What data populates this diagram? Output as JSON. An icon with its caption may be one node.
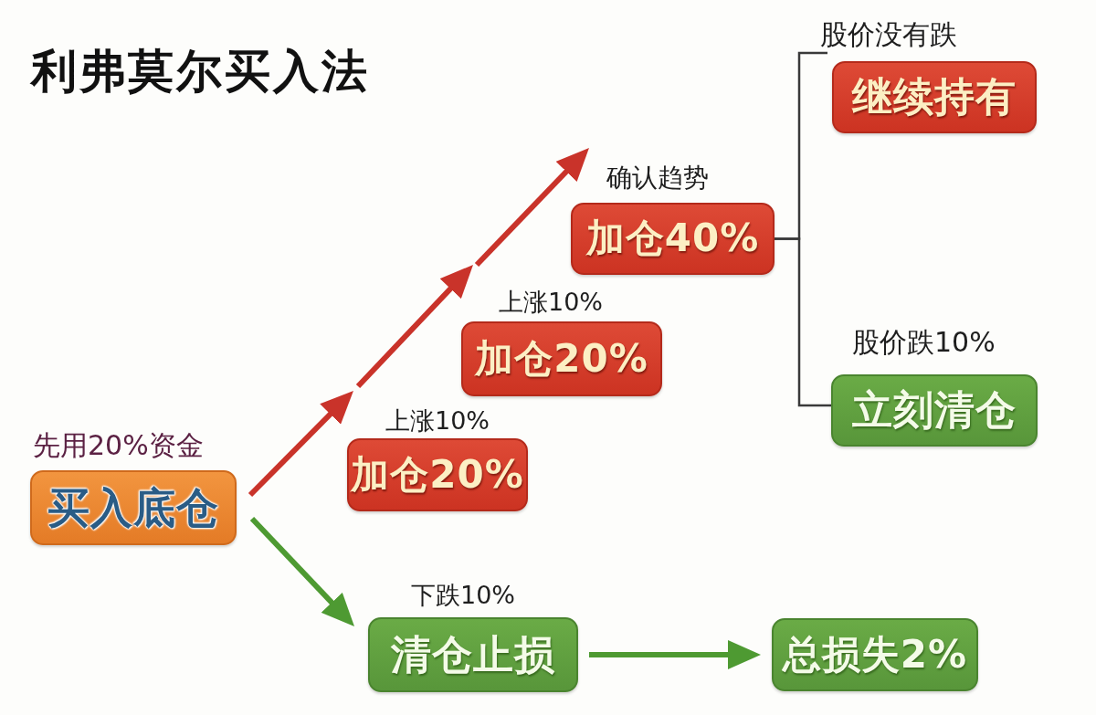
{
  "diagram": {
    "title": "利弗莫尔买入法",
    "nodes": [
      {
        "text": [
          "买入底仓"
        ],
        "beside": [
          "先用20%资金"
        ]
      },
      {
        "text": [
          "加仓20%"
        ],
        "beside": [
          "上涨10%"
        ]
      },
      {
        "text": [
          "加仓20%"
        ],
        "beside": [
          "上涨10%"
        ]
      },
      {
        "text": [
          "加仓40%"
        ],
        "beside": [
          "确认趋势"
        ]
      },
      {
        "text": [
          "继续持有"
        ],
        "beside": [
          "股价没有跌"
        ]
      },
      {
        "text": [
          "立刻清仓"
        ],
        "beside": [
          "股价跌10%"
        ]
      },
      {
        "text": [
          "清仓止损"
        ],
        "beside": [
          "下跌10%"
        ]
      },
      {
        "text": [
          "总损失2%"
        ]
      }
    ],
    "edges": [
      {
        "from": 0,
        "to": 1,
        "arrow": "to"
      },
      {
        "from": 1,
        "to": 2,
        "arrow": "to"
      },
      {
        "from": 2,
        "to": 3,
        "arrow": "to"
      },
      {
        "from": 0,
        "to": 6,
        "arrow": "to",
        "color": "#4e9a32"
      },
      {
        "from": 6,
        "to": 7,
        "arrow": "to",
        "color": "#4e9a32"
      },
      {
        "from": 3,
        "to": 4,
        "arrow": "none",
        "color": "#3a3a3a"
      },
      {
        "from": 3,
        "to": 5,
        "arrow": "none",
        "color": "#3a3a3a"
      }
    ]
  }
}
